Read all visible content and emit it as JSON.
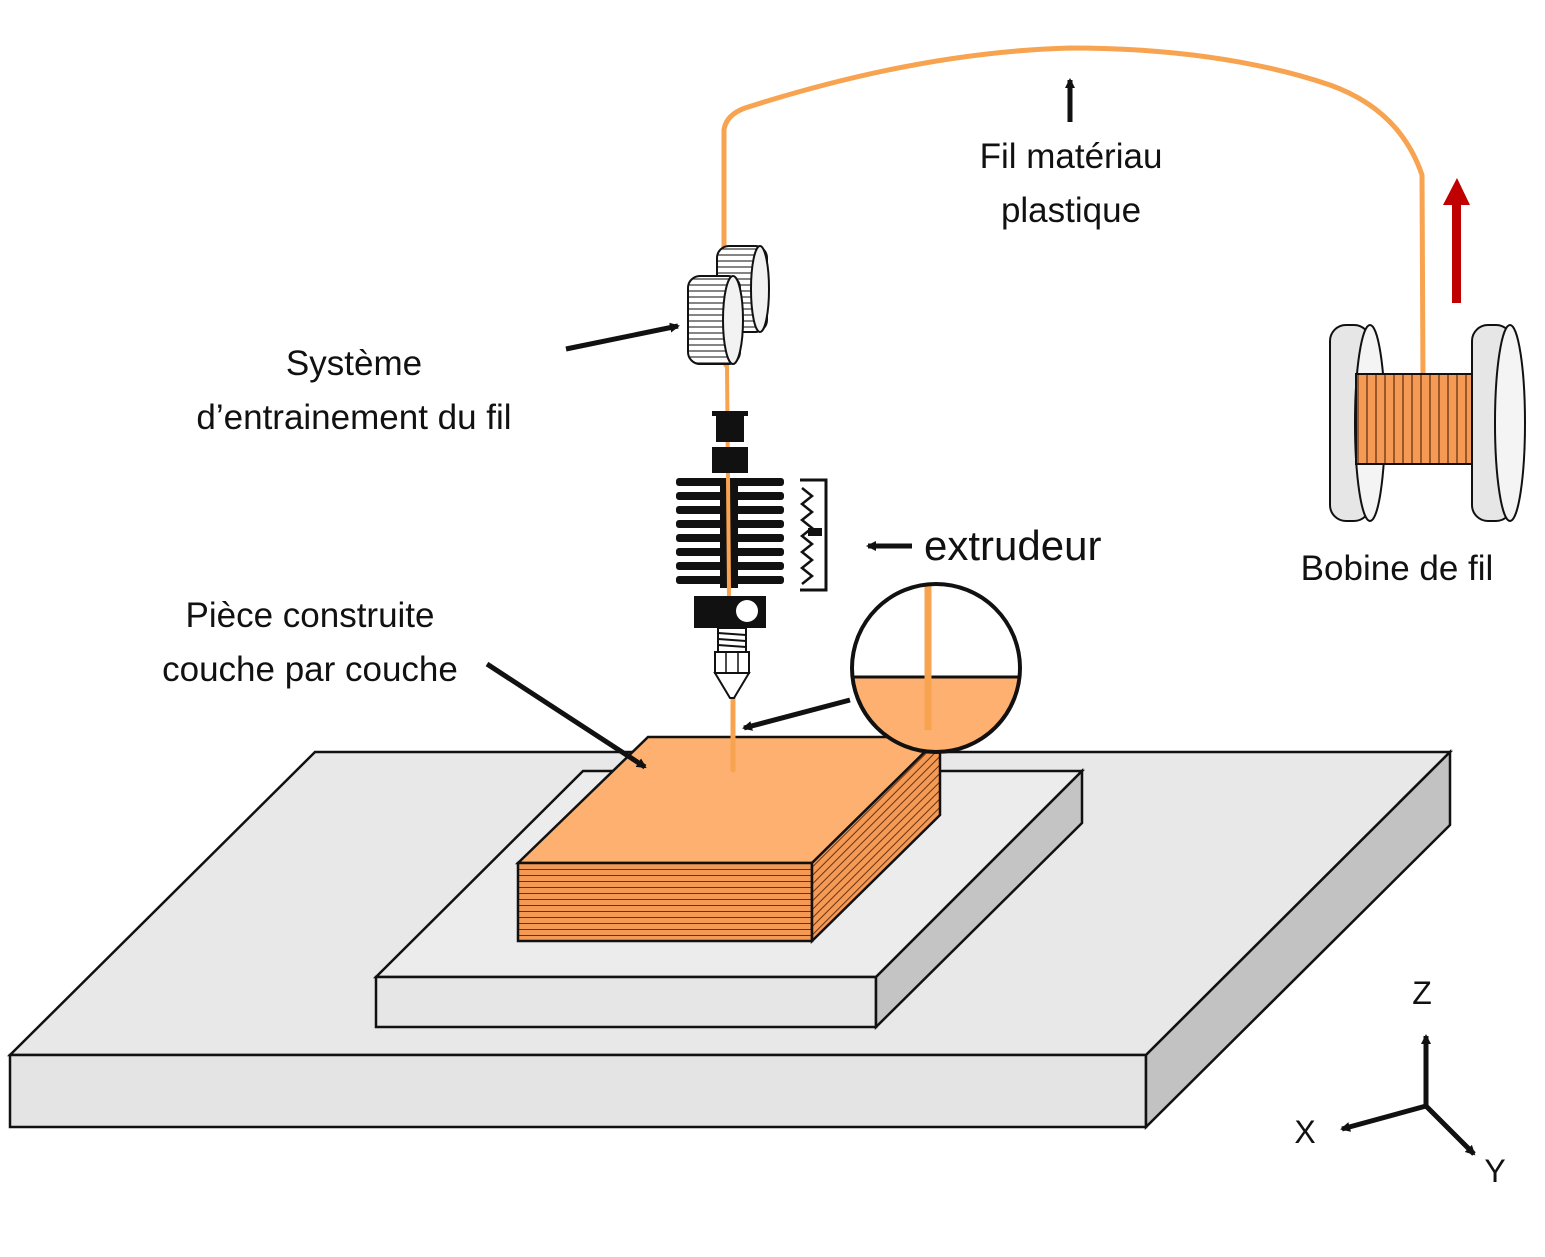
{
  "labels": {
    "filament_line1": "Fil matériau",
    "filament_line2": "plastique",
    "drive_line1": "Système",
    "drive_line2": "d’entrainement du fil",
    "extruder": "extrudeur",
    "spool": "Bobine de fil",
    "part_line1": "Pièce construite",
    "part_line2": "couche par couche"
  },
  "axes": {
    "x": "X",
    "y": "Y",
    "z": "Z"
  },
  "colors": {
    "filament": "#f7a350",
    "part_top": "#fdb06f",
    "part_side": "#f49a55",
    "spool_winding": "#f49a55",
    "base": "#e6e6e6",
    "base_side": "#c4c4c4",
    "arrow_red": "#c00000",
    "black": "#111111"
  },
  "icons": [
    "drive-gear-icon",
    "heatsink-icon",
    "cooling-fan-icon",
    "nozzle-icon",
    "magnifier-icon",
    "spool-icon",
    "axes-triad-icon"
  ]
}
